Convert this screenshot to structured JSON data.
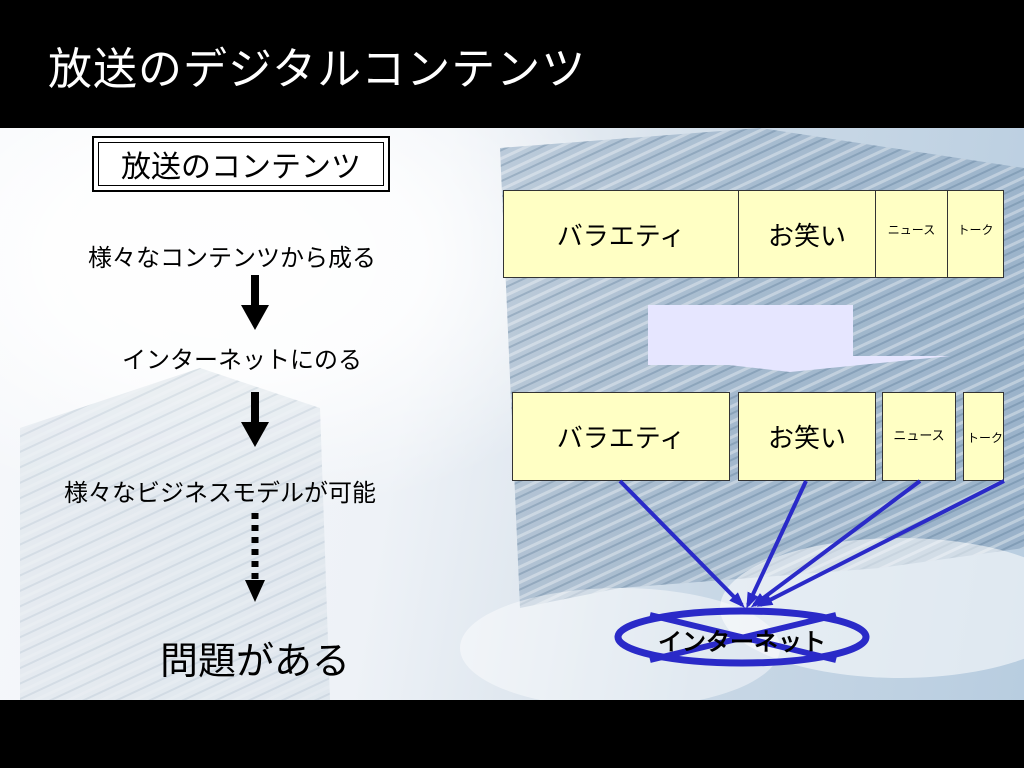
{
  "slide": {
    "title": "放送のデジタルコンテンツ",
    "heading": "放送のコンテンツ",
    "flow": {
      "step1": "様々なコンテンツから成る",
      "step2": "インターネットにのる",
      "step3": "様々なビジネスモデルが可能",
      "conclusion": "問題がある"
    },
    "top_row": {
      "variety": "バラエティ",
      "owarai": "お笑い",
      "news": "ニュース",
      "talk": "トーク"
    },
    "bottom_row": {
      "variety": "バラエティ",
      "owarai": "お笑い",
      "news": "ニュース",
      "talk": "トーク"
    },
    "internet": "インターネット"
  },
  "colors": {
    "box_fill": "#ffffc4",
    "arrow_blue": "#2a2ac8",
    "lavender": "#e6e6ff"
  }
}
